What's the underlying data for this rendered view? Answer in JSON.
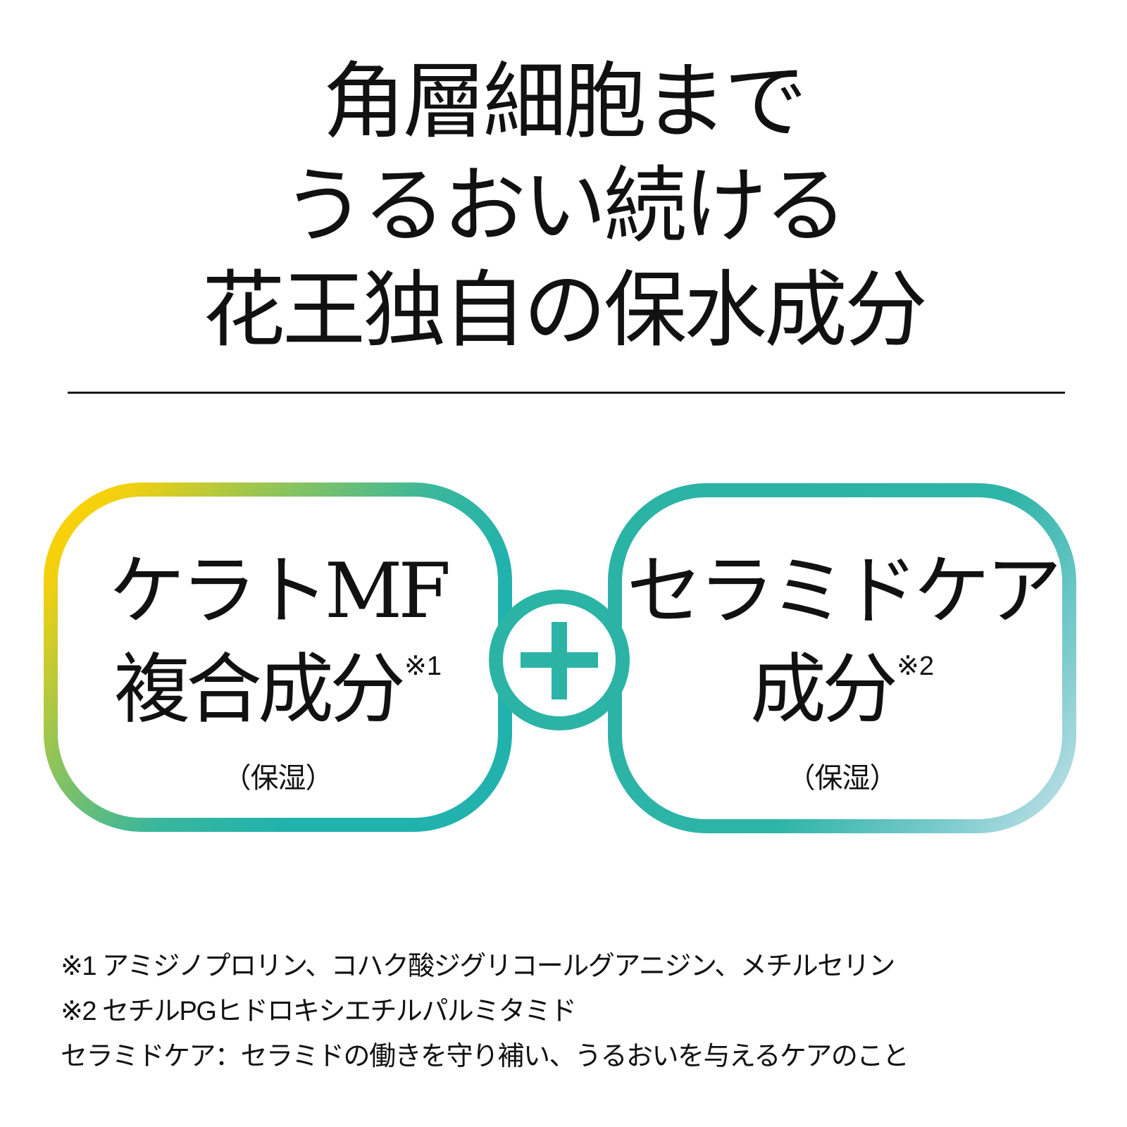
{
  "headline": {
    "lines": [
      "角層細胞まで",
      "うるおい続ける",
      "花王独自の保水成分"
    ]
  },
  "ingredients": [
    {
      "name_line1": "ケラトMF",
      "name_line2": "複合成分",
      "footnote_mark": "※1",
      "purpose": "（保湿）"
    },
    {
      "name_line1": "セラミドケア",
      "name_line2": "成分",
      "footnote_mark": "※2",
      "purpose": "（保湿）"
    }
  ],
  "combinator": {
    "icon": "plus-icon",
    "symbol": "+"
  },
  "footnotes": [
    "※1 アミジノプロリン、コハク酸ジグリコールグアニジン、メチルセリン",
    "※2 セチルPGヒドロキシエチルパルミタミド",
    "セラミドケア：セラミドの働きを守り補い、うるおいを与えるケアのこと"
  ],
  "colors": {
    "teal": "#2bb3a6",
    "yellow": "#ffd400",
    "light_blue": "#c5e2ea",
    "text": "#111111",
    "divider": "#1a1a1a"
  }
}
